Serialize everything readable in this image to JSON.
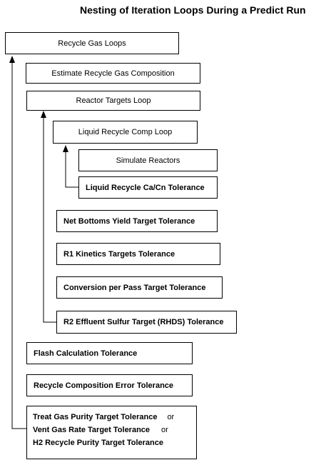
{
  "title": "Nesting of Iteration Loops During a Predict Run",
  "boxes": {
    "recycle_gas_loops": "Recycle Gas Loops",
    "estimate_recycle_gas_composition": "Estimate  Recycle Gas Composition",
    "reactor_targets_loop": "Reactor Targets Loop",
    "liquid_recycle_comp_loop": "Liquid Recycle Comp Loop",
    "simulate_reactors": "Simulate Reactors",
    "liquid_recycle_ca_cn_tolerance": "Liquid Recycle Ca/Cn Tolerance",
    "net_bottoms_yield_target_tolerance": "Net Bottoms Yield Target Tolerance",
    "r1_kinetics_targets_tolerance": "R1 Kinetics Targets Tolerance",
    "conversion_per_pass_target_tolerance": "Conversion per Pass Target Tolerance",
    "r2_effluent_sulfur_target_tolerance": "R2 Effluent Sulfur Target (RHDS) Tolerance",
    "flash_calculation_tolerance": "Flash Calculation  Tolerance",
    "recycle_composition_error_tolerance": "Recycle Composition Error Tolerance"
  },
  "final_box": {
    "line1": "Treat Gas Purity Target Tolerance",
    "line2": "Vent Gas Rate Target Tolerance",
    "line3": "H2 Recycle Purity Target Tolerance",
    "or": "or"
  }
}
